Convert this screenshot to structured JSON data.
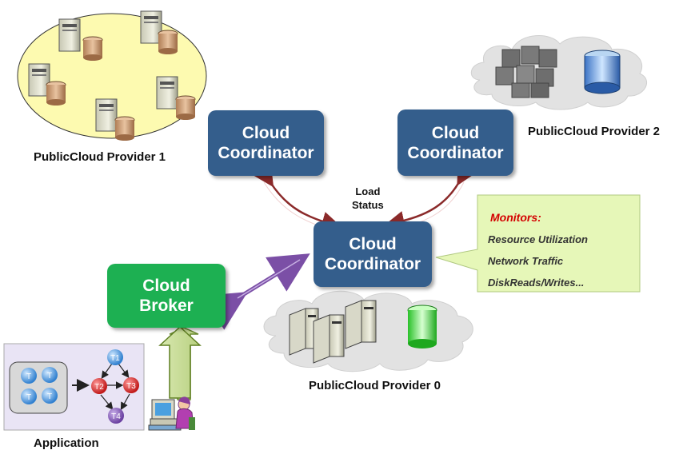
{
  "coordinators": {
    "top_left": {
      "line1": "Cloud",
      "line2": "Coordinator"
    },
    "top_right": {
      "line1": "Cloud",
      "line2": "Coordinator"
    },
    "center": {
      "line1": "Cloud",
      "line2": "Coordinator"
    }
  },
  "broker": {
    "line1": "Cloud",
    "line2": "Broker"
  },
  "providers": {
    "p1": "PublicCloud Provider 1",
    "p2": "PublicCloud Provider 2",
    "p0": "PublicCloud Provider 0"
  },
  "load_status": {
    "line1": "Load",
    "line2": "Status"
  },
  "monitors": {
    "title": "Monitors:",
    "items": [
      "Resource Utilization",
      "Network Traffic",
      "DiskReads/Writes..."
    ]
  },
  "application": {
    "label": "Application",
    "pool_tasks": [
      "T",
      "T",
      "T",
      "T"
    ],
    "graph_tasks": [
      "T1",
      "T2",
      "T3",
      "T4"
    ]
  },
  "colors": {
    "coordinator": "#345e8c",
    "broker": "#1db052",
    "arrow_load": "#8b2a2a",
    "arrow_broker": "#7b4fa6",
    "monitor_bg": "#e6f7b8",
    "monitor_title": "#d40000",
    "application_bg": "#e9e4f5"
  }
}
